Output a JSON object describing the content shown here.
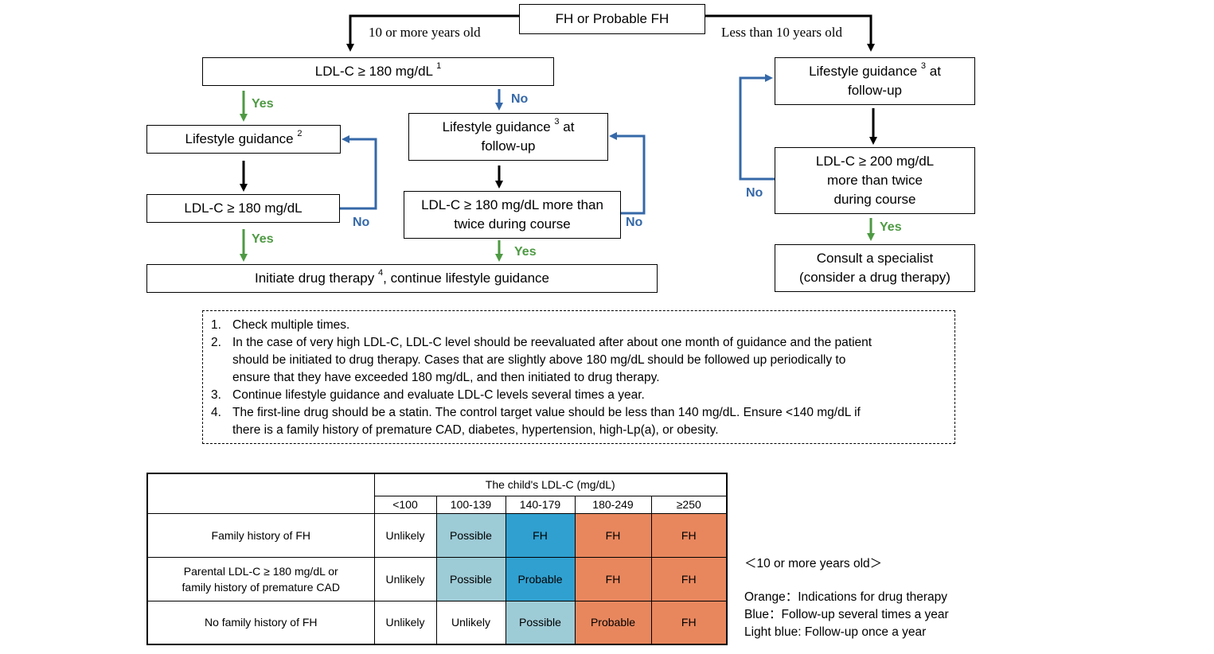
{
  "flowchart": {
    "top": "FH or Probable FH",
    "left_branch_label": "10 or more years old",
    "right_branch_label": "Less than 10 years old",
    "left_main": {
      "text": "LDL-C ≥ 180 mg/dL",
      "sup": "1"
    },
    "yes": "Yes",
    "no": "No",
    "yes_path": {
      "guidance": {
        "text": "Lifestyle guidance",
        "sup": "2"
      },
      "check": "LDL-C ≥ 180 mg/dL"
    },
    "no_path": {
      "guidance_a": "Lifestyle guidance",
      "guidance_sup": "3",
      "guidance_b": "at",
      "guidance_c": "follow-up",
      "check_line1": "LDL-C ≥ 180 mg/dL more than",
      "check_line2": "twice during course"
    },
    "drug": {
      "text_a": "Initiate drug therapy",
      "sup": "4",
      "text_b": ", continue lifestyle guidance"
    },
    "right": {
      "guidance_a": "Lifestyle guidance",
      "guidance_sup": "3",
      "guidance_b": "at",
      "guidance_c": "follow-up",
      "check_line1": "LDL-C ≥ 200 mg/dL",
      "check_line2": "more than twice",
      "check_line3": "during course",
      "specialist_line1": "Consult a specialist",
      "specialist_line2": "(consider a drug therapy)"
    }
  },
  "notes": [
    {
      "num": "1.",
      "lines": [
        "Check multiple times."
      ]
    },
    {
      "num": "2.",
      "lines": [
        "In the case of very high LDL-C, LDL-C level should be reevaluated after about one month of guidance and the patient",
        "should be initiated  to drug therapy. Cases that are slightly above 180 mg/dL should be followed up periodically to",
        "ensure that they have exceeded 180 mg/dL, and then initiated  to drug therapy."
      ]
    },
    {
      "num": "3.",
      "lines": [
        "Continue lifestyle guidance and evaluate LDL-C levels several times a year."
      ]
    },
    {
      "num": "4.",
      "lines": [
        "The first-line drug should be a statin. The control target value should be less than 140 mg/dL. Ensure <140 mg/dL if",
        "there is a family history of premature CAD, diabetes, hypertension, high-Lp(a), or obesity."
      ]
    }
  ],
  "table": {
    "header": "The child's LDL-C (mg/dL)",
    "columns": [
      "<100",
      "100-139",
      "140-179",
      "180-249",
      "≥250"
    ],
    "rows": [
      {
        "label": [
          "Family history of FH"
        ],
        "cells": [
          "Unlikely",
          "Possible",
          "FH",
          "FH",
          "FH"
        ],
        "classes": [
          "c-unlikely",
          "c-possible",
          "c-fh-blue",
          "c-orange",
          "c-orange"
        ]
      },
      {
        "label": [
          "Parental LDL-C ≥ 180 mg/dL or",
          "family history of premature CAD"
        ],
        "cells": [
          "Unlikely",
          "Possible",
          "Probable",
          "FH",
          "FH"
        ],
        "classes": [
          "c-unlikely",
          "c-possible",
          "c-fh-blue",
          "c-orange",
          "c-orange"
        ]
      },
      {
        "label": [
          "No family history of FH"
        ],
        "cells": [
          "Unlikely",
          "Unlikely",
          "Possible",
          "Probable",
          "FH"
        ],
        "classes": [
          "c-unlikely",
          "c-unlikely",
          "c-possible",
          "c-orange",
          "c-orange"
        ]
      }
    ]
  },
  "legend": {
    "title": "＜10 or more years old＞",
    "items": [
      "Orange：Indications for drug therapy",
      "Blue：Follow-up several times a year",
      "Light blue: Follow-up once a year"
    ]
  },
  "colors": {
    "green": "#4e9a43",
    "blue": "#3568a8",
    "orange": "#e8875e",
    "fh_blue": "#30a0d0",
    "light_blue": "#9dcbd6"
  }
}
